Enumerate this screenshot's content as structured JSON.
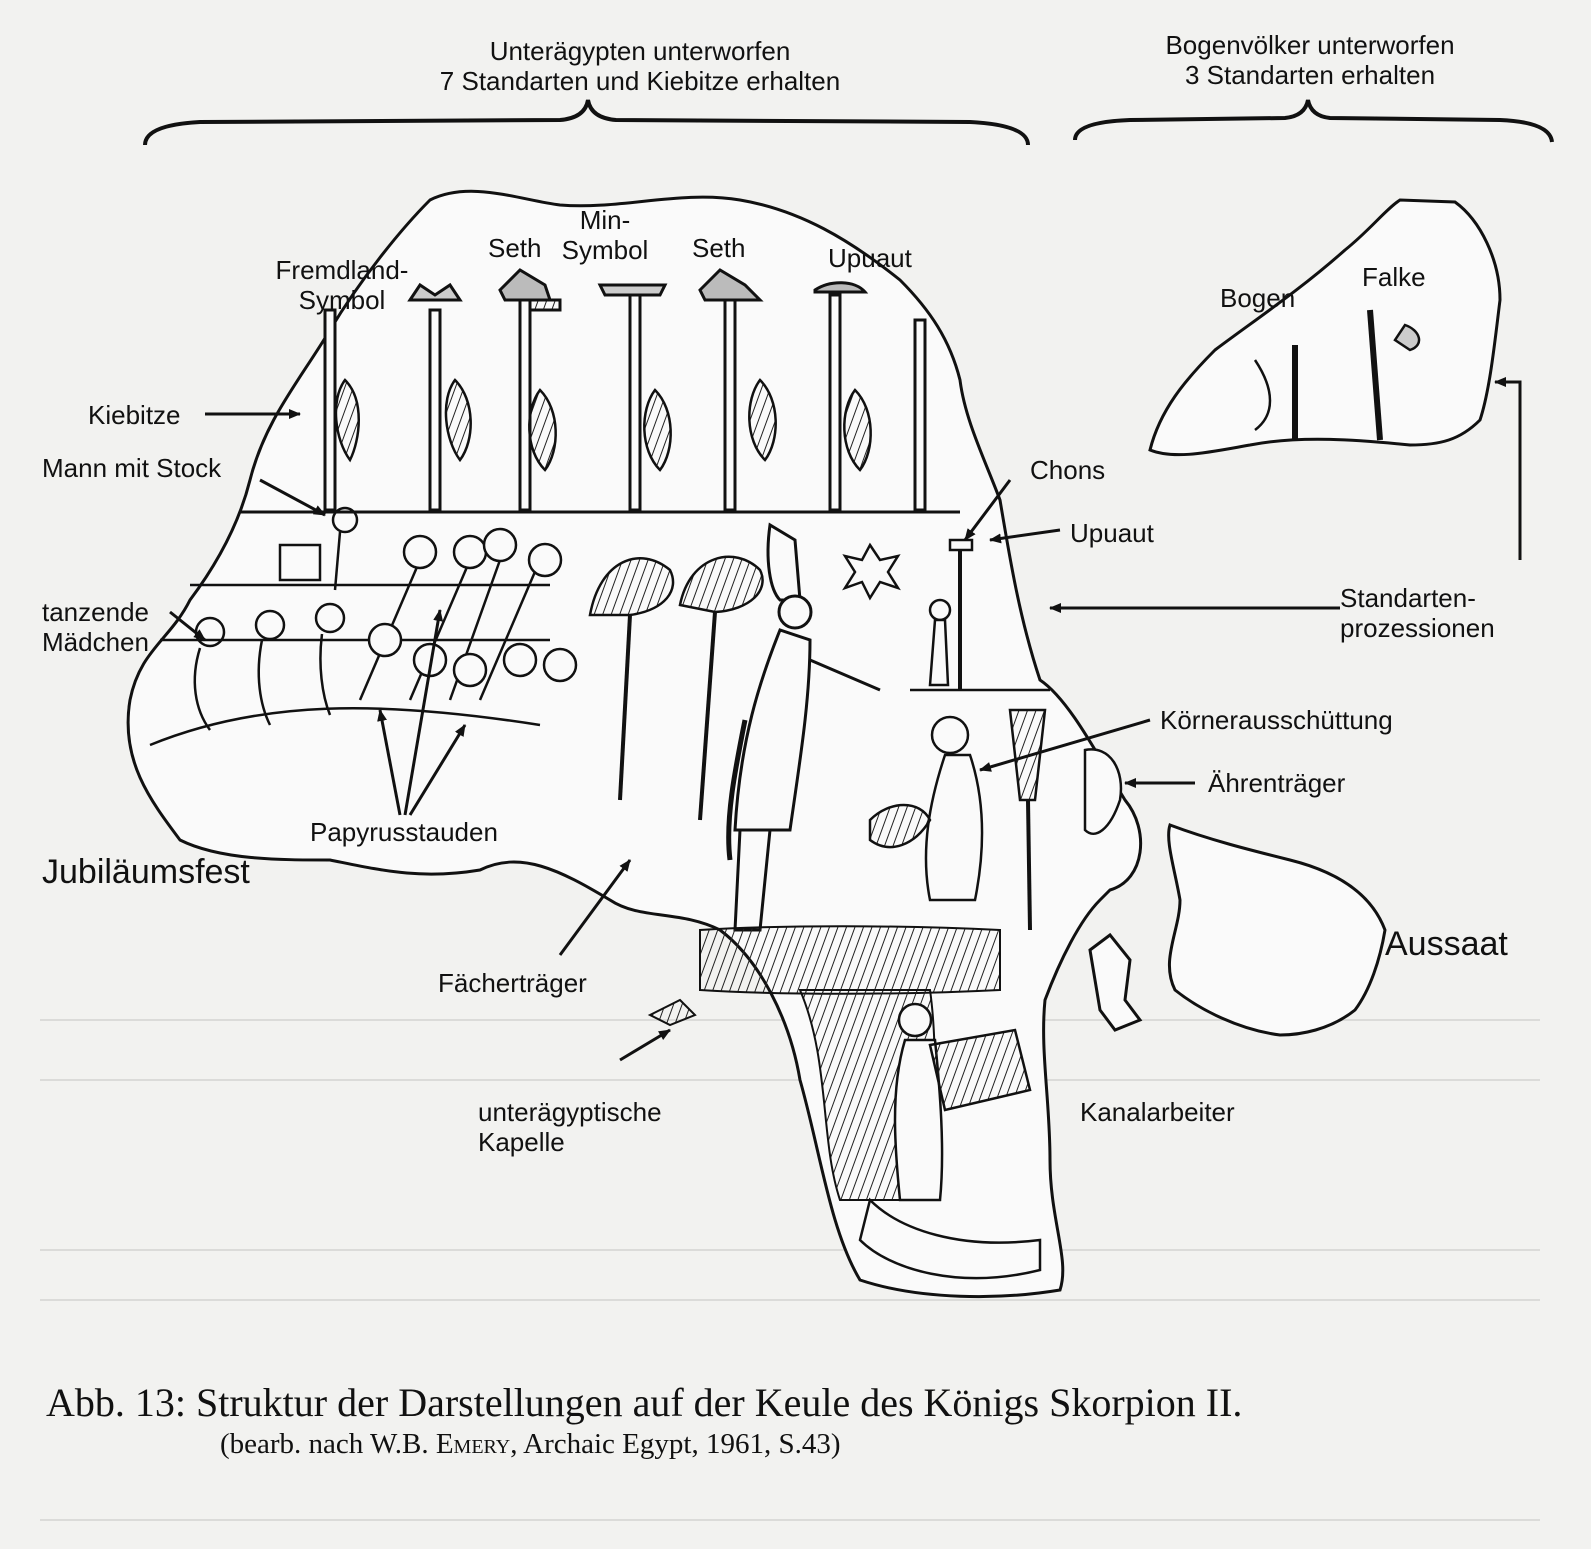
{
  "top_labels": {
    "left_line1": "Unterägypten unterworfen",
    "left_line2": "7 Standarten und Kiebitze erhalten",
    "right_line1": "Bogenvölker unterworfen",
    "right_line2": "3 Standarten erhalten"
  },
  "labels": {
    "min_symbol_1": "Min-",
    "min_symbol_2": "Symbol",
    "seth_left": "Seth",
    "seth_right": "Seth",
    "fremdland_1": "Fremdland-",
    "fremdland_2": "Symbol",
    "upuaut_top": "Upuaut",
    "bogen": "Bogen",
    "falke": "Falke",
    "kiebitze": "Kiebitze",
    "mann_mit_stock": "Mann mit Stock",
    "chons": "Chons",
    "upuaut_right": "Upuaut",
    "tanzende_1": "tanzende",
    "tanzende_2": "Mädchen",
    "standarten_1": "Standarten-",
    "standarten_2": "prozessionen",
    "koerner": "Körnerausschüttung",
    "aehren": "Ährenträger",
    "papyrus": "Papyrusstauden",
    "jubilaeum": "Jubiläumsfest",
    "aussaat": "Aussaat",
    "faecher": "Fächerträger",
    "kapelle_1": "unterägyptische",
    "kapelle_2": "Kapelle",
    "kanalarbeiter": "Kanalarbeiter"
  },
  "caption": {
    "line1": "Abb. 13: Struktur der Darstellungen auf der Keule des Königs Skorpion II.",
    "line2_prefix": "(bearb. nach W.B. ",
    "line2_name": "Emery",
    "line2_suffix": ", Archaic Egypt, 1961, S.43)"
  }
}
